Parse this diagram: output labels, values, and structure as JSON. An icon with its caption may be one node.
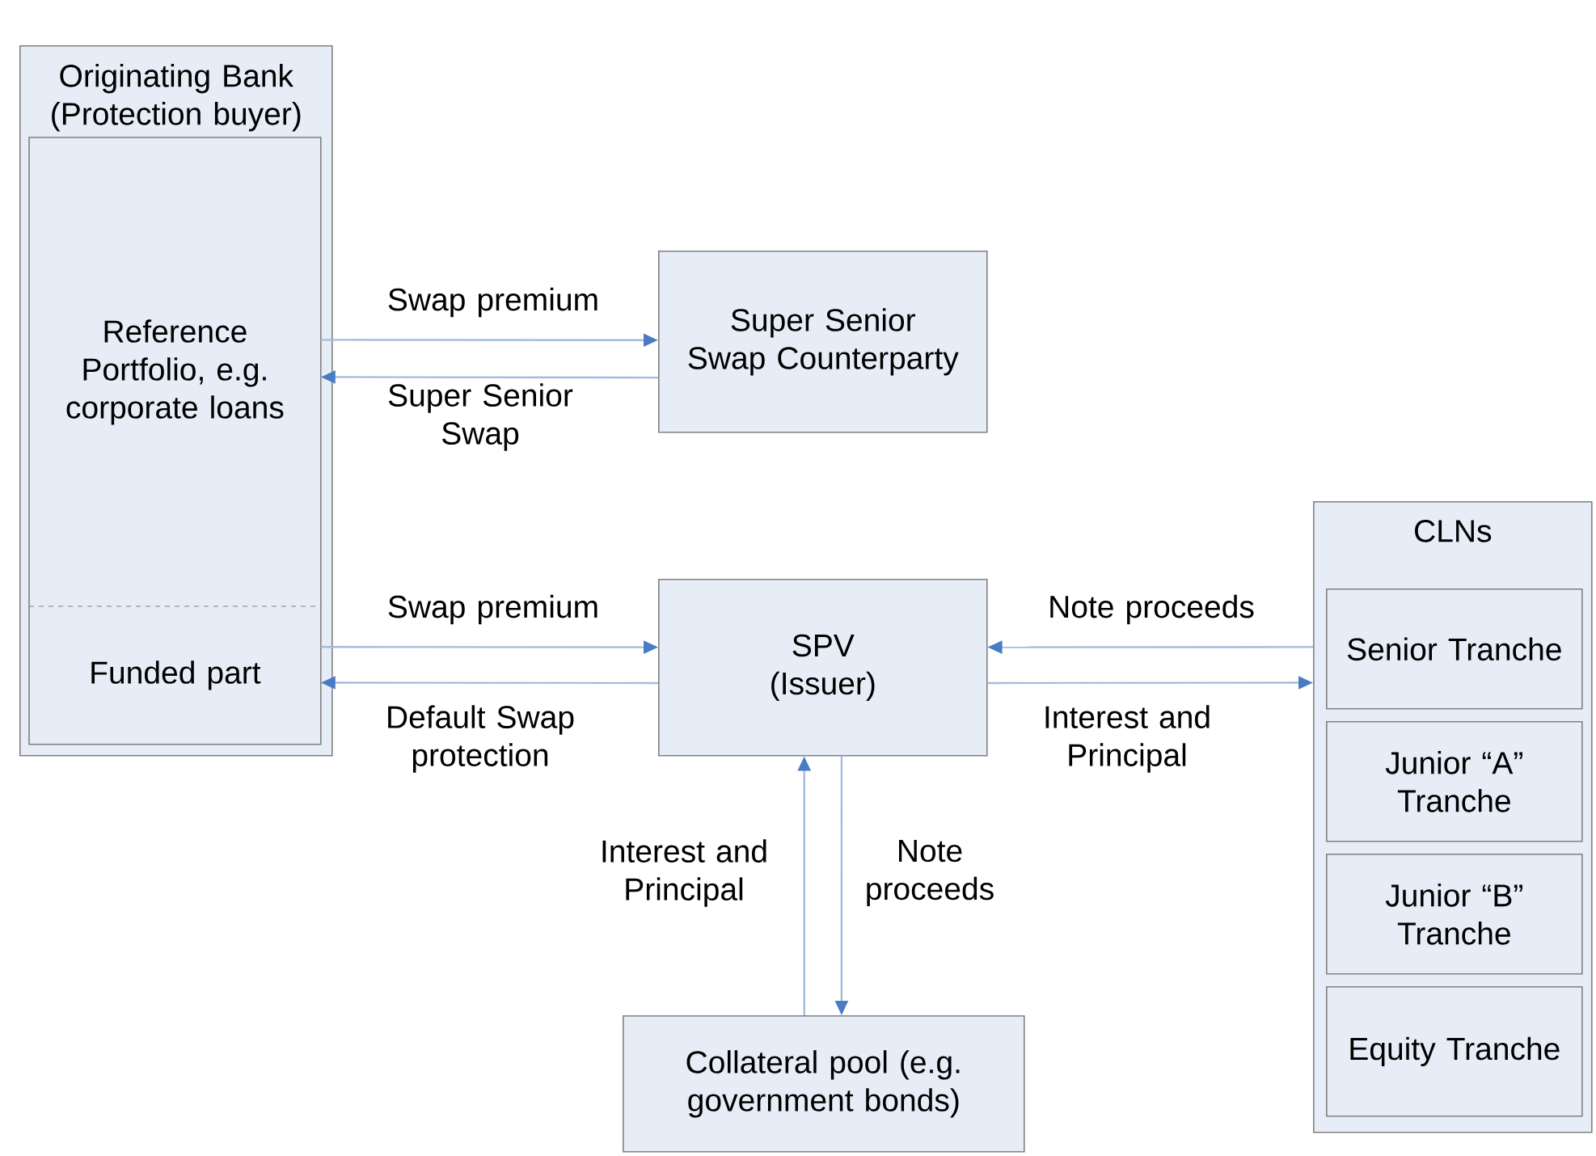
{
  "diagram": {
    "nodes": [
      {
        "text": [
          "Originating Bank (Protection buyer)"
        ]
      },
      {
        "text": [
          "Reference Portfolio, e.g. corporate loans"
        ],
        "in": 0
      },
      {
        "text": [
          "Funded part"
        ],
        "in": 0
      },
      {
        "text": [
          "Super Senior Swap Counterparty"
        ]
      },
      {
        "text": [
          "SPV (Issuer)"
        ]
      },
      {
        "text": [
          "CLNs"
        ]
      },
      {
        "text": [
          "Senior Tranche"
        ],
        "in": 5
      },
      {
        "text": [
          "Junior “A” Tranche"
        ],
        "in": 5
      },
      {
        "text": [
          "Junior “B” Tranche"
        ],
        "in": 5
      },
      {
        "text": [
          "Equity Tranche"
        ],
        "in": 5
      },
      {
        "text": [
          "Collateral pool (e.g. government bonds)"
        ]
      }
    ],
    "edges": [
      {
        "from": 1,
        "to": 3,
        "arrow": "to",
        "label": "Swap premium"
      },
      {
        "from": 3,
        "to": 1,
        "arrow": "to",
        "label": "Super Senior Swap"
      },
      {
        "from": 2,
        "to": 4,
        "arrow": "to",
        "label": "Swap premium"
      },
      {
        "from": 4,
        "to": 2,
        "arrow": "to",
        "label": "Default Swap protection"
      },
      {
        "from": 5,
        "to": 4,
        "arrow": "to",
        "label": "Note proceeds"
      },
      {
        "from": 4,
        "to": 5,
        "arrow": "to",
        "label": "Interest and Principal"
      },
      {
        "from": 10,
        "to": 4,
        "arrow": "to",
        "label": "Interest and Principal"
      },
      {
        "from": 4,
        "to": 10,
        "arrow": "to",
        "label": "Note proceeds"
      }
    ]
  }
}
